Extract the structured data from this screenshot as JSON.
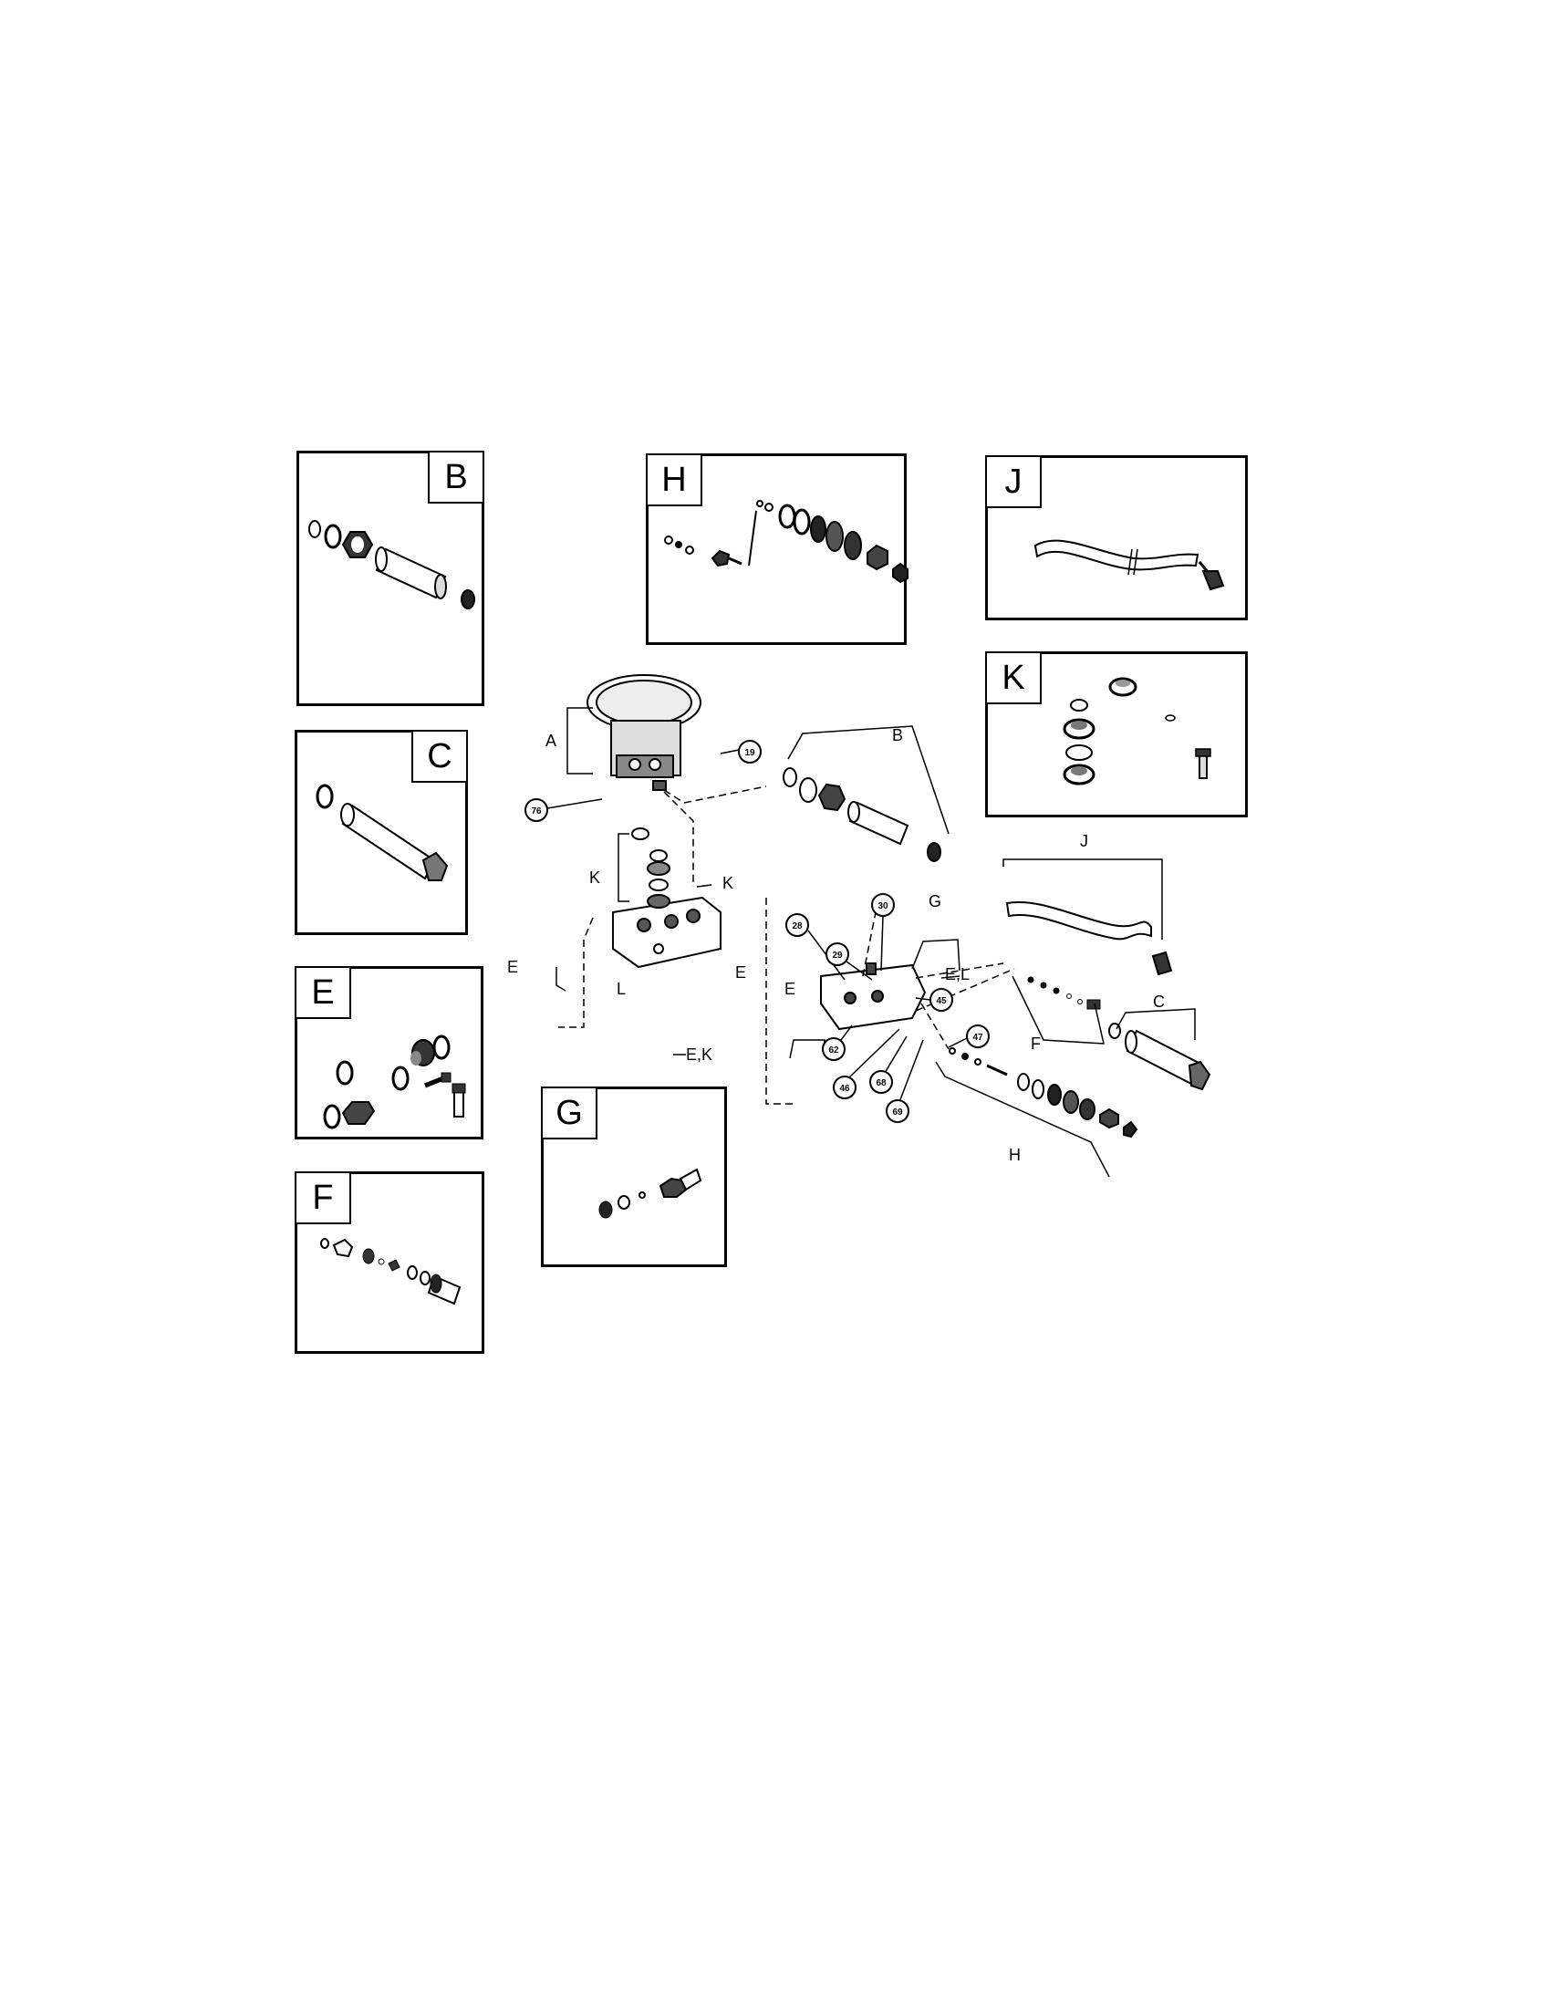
{
  "panels": {
    "B": "B",
    "H": "H",
    "J": "J",
    "K": "K",
    "C": "C",
    "E": "E",
    "F": "F",
    "G": "G"
  },
  "callouts": {
    "A": "A",
    "B": "B",
    "C": "C",
    "E1": "E",
    "E2": "E",
    "E3": "E",
    "F": "F",
    "G": "G",
    "H": "H",
    "J": "J",
    "K1": "K",
    "K2": "K",
    "L": "L",
    "EK": "E,K",
    "EL": "E,L"
  },
  "part_numbers": {
    "p19": "19",
    "p76": "76",
    "p28": "28",
    "p29": "29",
    "p30": "30",
    "p45": "45",
    "p46": "46",
    "p47": "47",
    "p62": "62",
    "p68": "68",
    "p69": "69"
  }
}
